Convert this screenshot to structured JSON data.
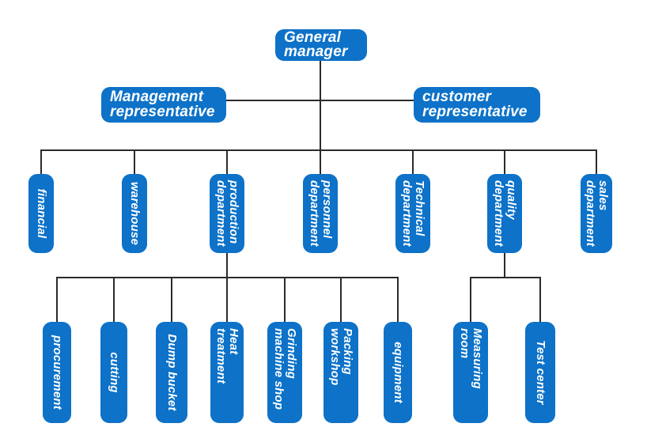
{
  "diagram": {
    "type": "org-chart",
    "palette": {
      "node_fill": "#0d72c8",
      "node_text": "#ffffff",
      "connector": "#2b2b2b",
      "background": "#ffffff"
    },
    "nodes": {
      "general_manager": {
        "label": "General\nmanager"
      },
      "management_representative": {
        "label": "Management\nrepresentative"
      },
      "customer_representative": {
        "label": "customer\nrepresentative"
      },
      "financial": {
        "label": "financial"
      },
      "warehouse": {
        "label": "warehouse"
      },
      "production_department": {
        "label": "production\ndepartment"
      },
      "personnel_department": {
        "label": "personnel\ndepartment"
      },
      "technical_department": {
        "label": "Technical\ndepartment"
      },
      "quality_department": {
        "label": "quality\ndepartment"
      },
      "sales_department": {
        "label": "sales\ndepartment"
      },
      "procurement": {
        "label": "procurement"
      },
      "cutting": {
        "label": "cutting"
      },
      "dump_bucket": {
        "label": "Dump bucket"
      },
      "heat_treatment": {
        "label": "Heat\ntreatment"
      },
      "grinding_machine_shop": {
        "label": "Grinding\nmachine shop"
      },
      "packing_workshop": {
        "label": "Packing\nworkshop"
      },
      "equipment": {
        "label": "equipment"
      },
      "measuring_room": {
        "label": "Measuring\nroom"
      },
      "test_center": {
        "label": "Test center"
      }
    }
  }
}
